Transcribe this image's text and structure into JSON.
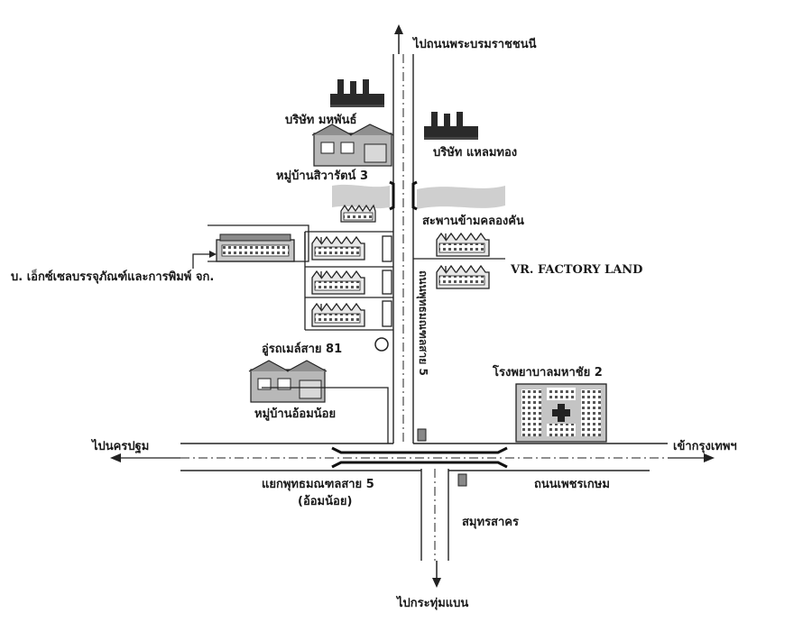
{
  "labels": {
    "north_road": "ไปถนนพระบรมราชชนนี",
    "mahaphan": "บริษัท มหพันธ์",
    "laemthong": "บริษัท แหลมทอง",
    "village_siwarat": "หมู่บ้านสิวารัตน์ 3",
    "bridge": "สะพานข้ามคลองคัน",
    "vr_factory": "VR. FACTORY LAND",
    "xcel_company": "บ. เอ็กซ์เซลบรรจุภัณฑ์และการพิมพ์  จก.",
    "garage": "อู่รถเมล์สาย 81",
    "vertical_road": "ถนนพุทธมณฑลสาย 5",
    "hospital": "โรงพยาบาลมหาชัย 2",
    "village_omnoi": "หมู่บ้านอ้อมน้อย",
    "west_road": "ไปนครปฐม",
    "east_road": "เข้ากรุงเทพฯ",
    "junction_line1": "แยกพุทธมณฑลสาย 5",
    "junction_line2": "(อ้อมน้อย)",
    "petchkasem": "ถนนเพชรเกษม",
    "samutsakhon": "สมุทรสาคร",
    "south_road": "ไปกระทุ่มแบน"
  },
  "colors": {
    "ink": "#1a1a1a",
    "house_fill": "#b8b8b8",
    "canal": "#cfcfcf",
    "building": "#c4c4c4"
  }
}
